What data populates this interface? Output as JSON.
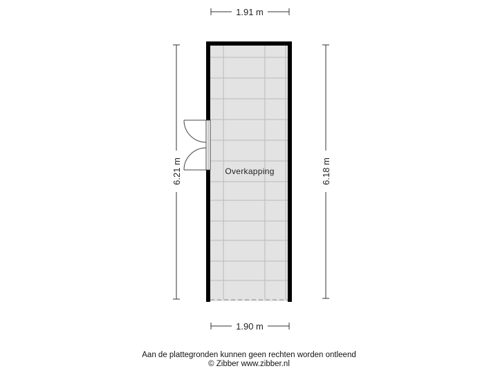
{
  "dimensions": {
    "top": "1.91 m",
    "bottom": "1.90 m",
    "left": "6.21 m",
    "right": "6.18 m"
  },
  "room": {
    "label": "Overkapping",
    "floor_color": "#e3e3e3",
    "wall_color": "#000000",
    "grid_color": "#b9b9b9"
  },
  "footer": {
    "disclaimer": "Aan de plattegronden kunnen geen rechten worden ontleend",
    "copyright": "© Zibber www.zibber.nl"
  }
}
